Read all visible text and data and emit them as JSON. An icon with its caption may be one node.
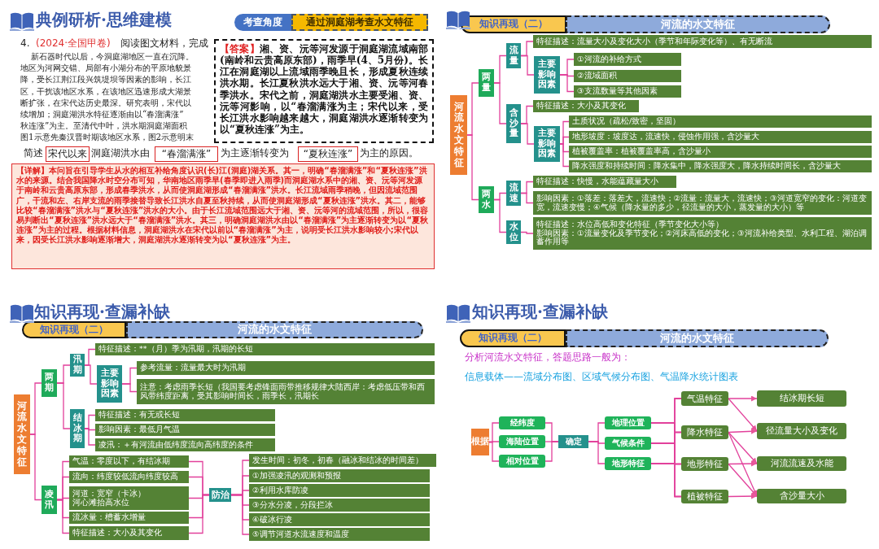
{
  "diagram": {
    "nodes": [
      {
        "text": [
          "考查角度"
        ]
      },
      {
        "text": [
          "通过洞庭湖考查水文特征"
        ]
      },
      {
        "text": [
          "【答案】",
          "湘、资、沅等河发源于洞庭湖流域南部(南岭和云贵高原东部)，雨季早(4、5月份)。长江在洞庭湖以上流域雨季晚且长，形成夏秋连续洪水期。长江夏秋洪水远大于湘、资、沅等河春季洪水。宋代之前，洞庭湖洪水主要受湘、资、沅等河影响，以“春溜满涨为主；宋代以来，受长江洪水影响越来越大，洞庭湖洪水逐渐转变为以“夏秋连涨”为主。"
        ]
      },
      {
        "text": [
          "宋代以来"
        ]
      },
      {
        "text": [
          "“春溜满涨”"
        ]
      },
      {
        "text": [
          "“夏秋连涨”"
        ]
      },
      {
        "text": [
          "【详解】本问旨在引导学生从水的相互补给角度认识(长)江(洞庭)湖关系。其一，明确“春溜满涨”和“夏秋连涨”洪水的来源。结合我国降水时空分布可知，华南地区雨季早(春季即进入雨季)而洞庭湖水系中的湘、资、沅等河发源于南岭和云贵高原东部，形成春季洪水，从而使洞庭湖形成“春溜满涨”洪水。长江流域雨季稍晚，但因流域范围广，干流和左、右岸支流的雨季接替导致长江洪水自夏至秋持续，从而使洞庭湖形成“夏秋连涨”洪水。其二，能够比较“春溜满涨”洪水与“夏秋连涨”洪水的大小。由于长江流域范围远大于湘、资、沅等河的流域范围，所以，很容易判断出“夏秋连涨”洪水远大于“春溜满涨”洪水。其三，明确洞庭湖洪水由以“春溜满涨”为主逐渐转变为以“夏秋连涨”为主的过程。根据材料信息，洞庭湖洪水在宋代以前以“春溜满涨”为主，说明受长江洪水影响较小;宋代以来，因受长江洪水影响逐渐增大，洞庭湖洪水逐渐转变为以“夏秋连涨”为主。"
        ]
      },
      {
        "text": [
          "知识再现（二）"
        ]
      },
      {
        "text": [
          "河流的水文特征"
        ]
      },
      {
        "text": [
          "河流水文特征"
        ]
      },
      {
        "text": [
          "两量"
        ]
      },
      {
        "text": [
          "流量"
        ]
      },
      {
        "text": [
          "特征描述：流量大小及变化大小（季节和年际变化等）、有无断流"
        ]
      },
      {
        "text": [
          "主要影响因素"
        ]
      },
      {
        "text": [
          "①河流的补给方式"
        ]
      },
      {
        "text": [
          "②流域面积"
        ]
      },
      {
        "text": [
          "③支流数量等其他因素"
        ]
      },
      {
        "text": [
          "含沙量"
        ]
      },
      {
        "text": [
          "特征描述：大小及其变化"
        ]
      },
      {
        "text": [
          "主要影响因素"
        ]
      },
      {
        "text": [
          "土质状况（疏松/致密，坚固）"
        ]
      },
      {
        "text": [
          "地形坡度：坡度达，流速快，侵蚀作用强，含沙量大"
        ]
      },
      {
        "text": [
          "植被覆盖率：植被覆盖率高，含沙量小"
        ]
      },
      {
        "text": [
          "降水强度和持续时间：降水集中，降水强度大，降水持续时间长，含沙量大"
        ]
      },
      {
        "text": [
          "两水"
        ]
      },
      {
        "text": [
          "流速"
        ]
      },
      {
        "text": [
          "特征描述：快慢，水能蕴藏量大小"
        ]
      },
      {
        "text": [
          "影响因素：①落差：落差大，流速快；②流量：流量大，流速快；③河道宽窄的变化：河道变宽，流速变慢；④气候（降水量的多少，径流量的大小，蒸发量的大小）等"
        ]
      },
      {
        "text": [
          "水位"
        ]
      },
      {
        "text": [
          "特征描述：水位高低和变化特征（季节变化大小等）",
          "影响因素：①流量变化及季节变化；②河床高低的变化；③河流补给类型、水利工程、湖泊调蓄作用等"
        ]
      },
      {
        "text": [
          "知识再现（二）"
        ]
      },
      {
        "text": [
          "河流的水文特征"
        ]
      },
      {
        "text": [
          "河流水文特征"
        ]
      },
      {
        "text": [
          "两期"
        ]
      },
      {
        "text": [
          "汛期"
        ]
      },
      {
        "text": [
          "特征描述：**（月）季为汛期，汛期的长短"
        ]
      },
      {
        "text": [
          "主要影响因素"
        ]
      },
      {
        "text": [
          "参考流量：流量最大时为汛期"
        ]
      },
      {
        "text": [
          "注意：考虑雨季长短（我国要考虑锋面雨带推移规律大陆西岸：考虑低压带和西风带纬度距离，受其影响时间长，雨季长，汛期长"
        ]
      },
      {
        "text": [
          "结冰期"
        ]
      },
      {
        "text": [
          "特征描述：有无或长短"
        ]
      },
      {
        "text": [
          "影响因素：最低月气温"
        ]
      },
      {
        "text": [
          "凌汛：＋有河流由低纬度流向高纬度的条件"
        ]
      },
      {
        "text": [
          "凌汛"
        ]
      },
      {
        "text": [
          "气温：零度以下，有结冰期"
        ]
      },
      {
        "text": [
          "流向：纬度较低流向纬度较高"
        ]
      },
      {
        "text": [
          "河道：宽窄（卡冰）河心滩抬高水位"
        ]
      },
      {
        "text": [
          "流冰量：槽蓄水增量"
        ]
      },
      {
        "text": [
          "特征描述：大小及其变化"
        ]
      },
      {
        "text": [
          "防治"
        ]
      },
      {
        "text": [
          "发生时间：初冬，初春（融冰和结冰的时间差）"
        ]
      },
      {
        "text": [
          "①加强凌汛的观测和预报"
        ]
      },
      {
        "text": [
          "②利用水库防凌"
        ]
      },
      {
        "text": [
          "③分水分凌，分段拦冰"
        ]
      },
      {
        "text": [
          "④破冰行凌"
        ]
      },
      {
        "text": [
          "⑤调节河道水流速度和温度"
        ]
      },
      {
        "text": [
          "知识再现（二）"
        ]
      },
      {
        "text": [
          "河流的水文特征"
        ]
      },
      {
        "text": [
          "根据"
        ]
      },
      {
        "text": [
          "经纬度"
        ]
      },
      {
        "text": [
          "海陆位置"
        ]
      },
      {
        "text": [
          "相对位置"
        ]
      },
      {
        "text": [
          "确定"
        ]
      },
      {
        "text": [
          "地理位置"
        ]
      },
      {
        "text": [
          "气候条件"
        ]
      },
      {
        "text": [
          "地形特征"
        ]
      },
      {
        "text": [
          "气温特征"
        ]
      },
      {
        "text": [
          "降水特征"
        ]
      },
      {
        "text": [
          "地形特征"
        ]
      },
      {
        "text": [
          "植被特征"
        ]
      },
      {
        "text": [
          "结冰期长短"
        ]
      },
      {
        "text": [
          "径流量大小及变化"
        ]
      },
      {
        "text": [
          "河流流速及水能"
        ]
      },
      {
        "text": [
          "含沙量大小"
        ]
      }
    ],
    "edges": [
      {
        "from": 9,
        "to": 10,
        "arrow": "none"
      },
      {
        "from": 9,
        "to": 24,
        "arrow": "none"
      },
      {
        "from": 10,
        "to": 11,
        "arrow": "none"
      },
      {
        "from": 10,
        "to": 17,
        "arrow": "none"
      },
      {
        "from": 11,
        "to": 12,
        "arrow": "none"
      },
      {
        "from": 11,
        "to": 13,
        "arrow": "none"
      },
      {
        "from": 13,
        "to": 14,
        "arrow": "none"
      },
      {
        "from": 13,
        "to": 15,
        "arrow": "none"
      },
      {
        "from": 13,
        "to": 16,
        "arrow": "none"
      },
      {
        "from": 17,
        "to": 18,
        "arrow": "none"
      },
      {
        "from": 17,
        "to": 19,
        "arrow": "none"
      },
      {
        "from": 19,
        "to": 20,
        "arrow": "none"
      },
      {
        "from": 19,
        "to": 21,
        "arrow": "none"
      },
      {
        "from": 19,
        "to": 22,
        "arrow": "none"
      },
      {
        "from": 19,
        "to": 23,
        "arrow": "none"
      },
      {
        "from": 24,
        "to": 25,
        "arrow": "none"
      },
      {
        "from": 24,
        "to": 28,
        "arrow": "none"
      },
      {
        "from": 25,
        "to": 26,
        "arrow": "none"
      },
      {
        "from": 25,
        "to": 27,
        "arrow": "none"
      },
      {
        "from": 28,
        "to": 29,
        "arrow": "none"
      },
      {
        "from": 32,
        "to": 33,
        "arrow": "none"
      },
      {
        "from": 32,
        "to": 43,
        "arrow": "none"
      },
      {
        "from": 33,
        "to": 34,
        "arrow": "none"
      },
      {
        "from": 33,
        "to": 39,
        "arrow": "none"
      },
      {
        "from": 34,
        "to": 35,
        "arrow": "none"
      },
      {
        "from": 34,
        "to": 36,
        "arrow": "none"
      },
      {
        "from": 36,
        "to": 37,
        "arrow": "none"
      },
      {
        "from": 36,
        "to": 38,
        "arrow": "none"
      },
      {
        "from": 39,
        "to": 40,
        "arrow": "none"
      },
      {
        "from": 39,
        "to": 41,
        "arrow": "none"
      },
      {
        "from": 39,
        "to": 42,
        "arrow": "none"
      },
      {
        "from": 43,
        "to": 44,
        "arrow": "none"
      },
      {
        "from": 43,
        "to": 45,
        "arrow": "none"
      },
      {
        "from": 43,
        "to": 46,
        "arrow": "none"
      },
      {
        "from": 43,
        "to": 47,
        "arrow": "none"
      },
      {
        "from": 43,
        "to": 48,
        "arrow": "none"
      },
      {
        "from": 44,
        "to": 49,
        "arrow": "none"
      },
      {
        "from": 45,
        "to": 49,
        "arrow": "none"
      },
      {
        "from": 46,
        "to": 49,
        "arrow": "none"
      },
      {
        "from": 47,
        "to": 49,
        "arrow": "none"
      },
      {
        "from": 48,
        "to": 49,
        "arrow": "none"
      },
      {
        "from": 49,
        "to": 50,
        "arrow": "none"
      },
      {
        "from": 49,
        "to": 51,
        "arrow": "none"
      },
      {
        "from": 49,
        "to": 52,
        "arrow": "none"
      },
      {
        "from": 49,
        "to": 53,
        "arrow": "none"
      },
      {
        "from": 49,
        "to": 54,
        "arrow": "none"
      },
      {
        "from": 49,
        "to": 55,
        "arrow": "none"
      },
      {
        "from": 58,
        "to": 59,
        "arrow": "none"
      },
      {
        "from": 58,
        "to": 60,
        "arrow": "none"
      },
      {
        "from": 58,
        "to": 61,
        "arrow": "none"
      },
      {
        "from": 59,
        "to": 62,
        "arrow": "none"
      },
      {
        "from": 60,
        "to": 62,
        "arrow": "none"
      },
      {
        "from": 61,
        "to": 62,
        "arrow": "none"
      },
      {
        "from": 62,
        "to": 63,
        "arrow": "none"
      },
      {
        "from": 62,
        "to": 64,
        "arrow": "none"
      },
      {
        "from": 62,
        "to": 65,
        "arrow": "none"
      },
      {
        "from": 63,
        "to": 66,
        "arrow": "none"
      },
      {
        "from": 63,
        "to": 67,
        "arrow": "none"
      },
      {
        "from": 63,
        "to": 68,
        "arrow": "none"
      },
      {
        "from": 63,
        "to": 69,
        "arrow": "none"
      },
      {
        "from": 64,
        "to": 66,
        "arrow": "none"
      },
      {
        "from": 64,
        "to": 67,
        "arrow": "none"
      },
      {
        "from": 64,
        "to": 68,
        "arrow": "none"
      },
      {
        "from": 64,
        "to": 69,
        "arrow": "none"
      },
      {
        "from": 65,
        "to": 66,
        "arrow": "none"
      },
      {
        "from": 65,
        "to": 67,
        "arrow": "none"
      },
      {
        "from": 65,
        "to": 68,
        "arrow": "none"
      },
      {
        "from": 65,
        "to": 69,
        "arrow": "none"
      },
      {
        "from": 66,
        "to": 70,
        "arrow": "to"
      },
      {
        "from": 66,
        "to": 71,
        "arrow": "to"
      },
      {
        "from": 67,
        "to": 71,
        "arrow": "to"
      },
      {
        "from": 67,
        "to": 72,
        "arrow": "to"
      },
      {
        "from": 67,
        "to": 73,
        "arrow": "to"
      },
      {
        "from": 68,
        "to": 72,
        "arrow": "to"
      },
      {
        "from": 68,
        "to": 73,
        "arrow": "to"
      },
      {
        "from": 69,
        "to": 73,
        "arrow": "to"
      }
    ],
    "labels": [
      "典例研析·思维建模",
      "4.",
      "(2024·全国甲卷)",
      "阅读图文材料，完成",
      "新石器时代以后，今洞庭湖地区一直在沉降。",
      "地区为河网交错、局部有小湖分布的平原地貌景",
      "降，受长江荆江段兴筑堤坝等因素的影响，长江",
      "区，干扰该地区水系，在该地区迅速形成大湖景",
      "断扩张，在宋代达历史最深。研究表明，宋代以",
      "续增加；洞庭湖洪水特征逐渐由以“春溜满涨”",
      "秋连涨”为主。至清代中叶，洪水期洞庭湖面积",
      "图1示意先秦汉晋时期该地区水系，图2示意明末",
      "简述",
      "洞庭湖洪水由",
      "为主逐渐转变为",
      "为主的原因。",
      "知识再现·查漏补缺",
      "知识再现·查漏补缺",
      "分析河流水文特征，答题思路一般为：",
      "信息载体——流域分布图、区域气候分布图、气温降水统计图表"
    ]
  }
}
